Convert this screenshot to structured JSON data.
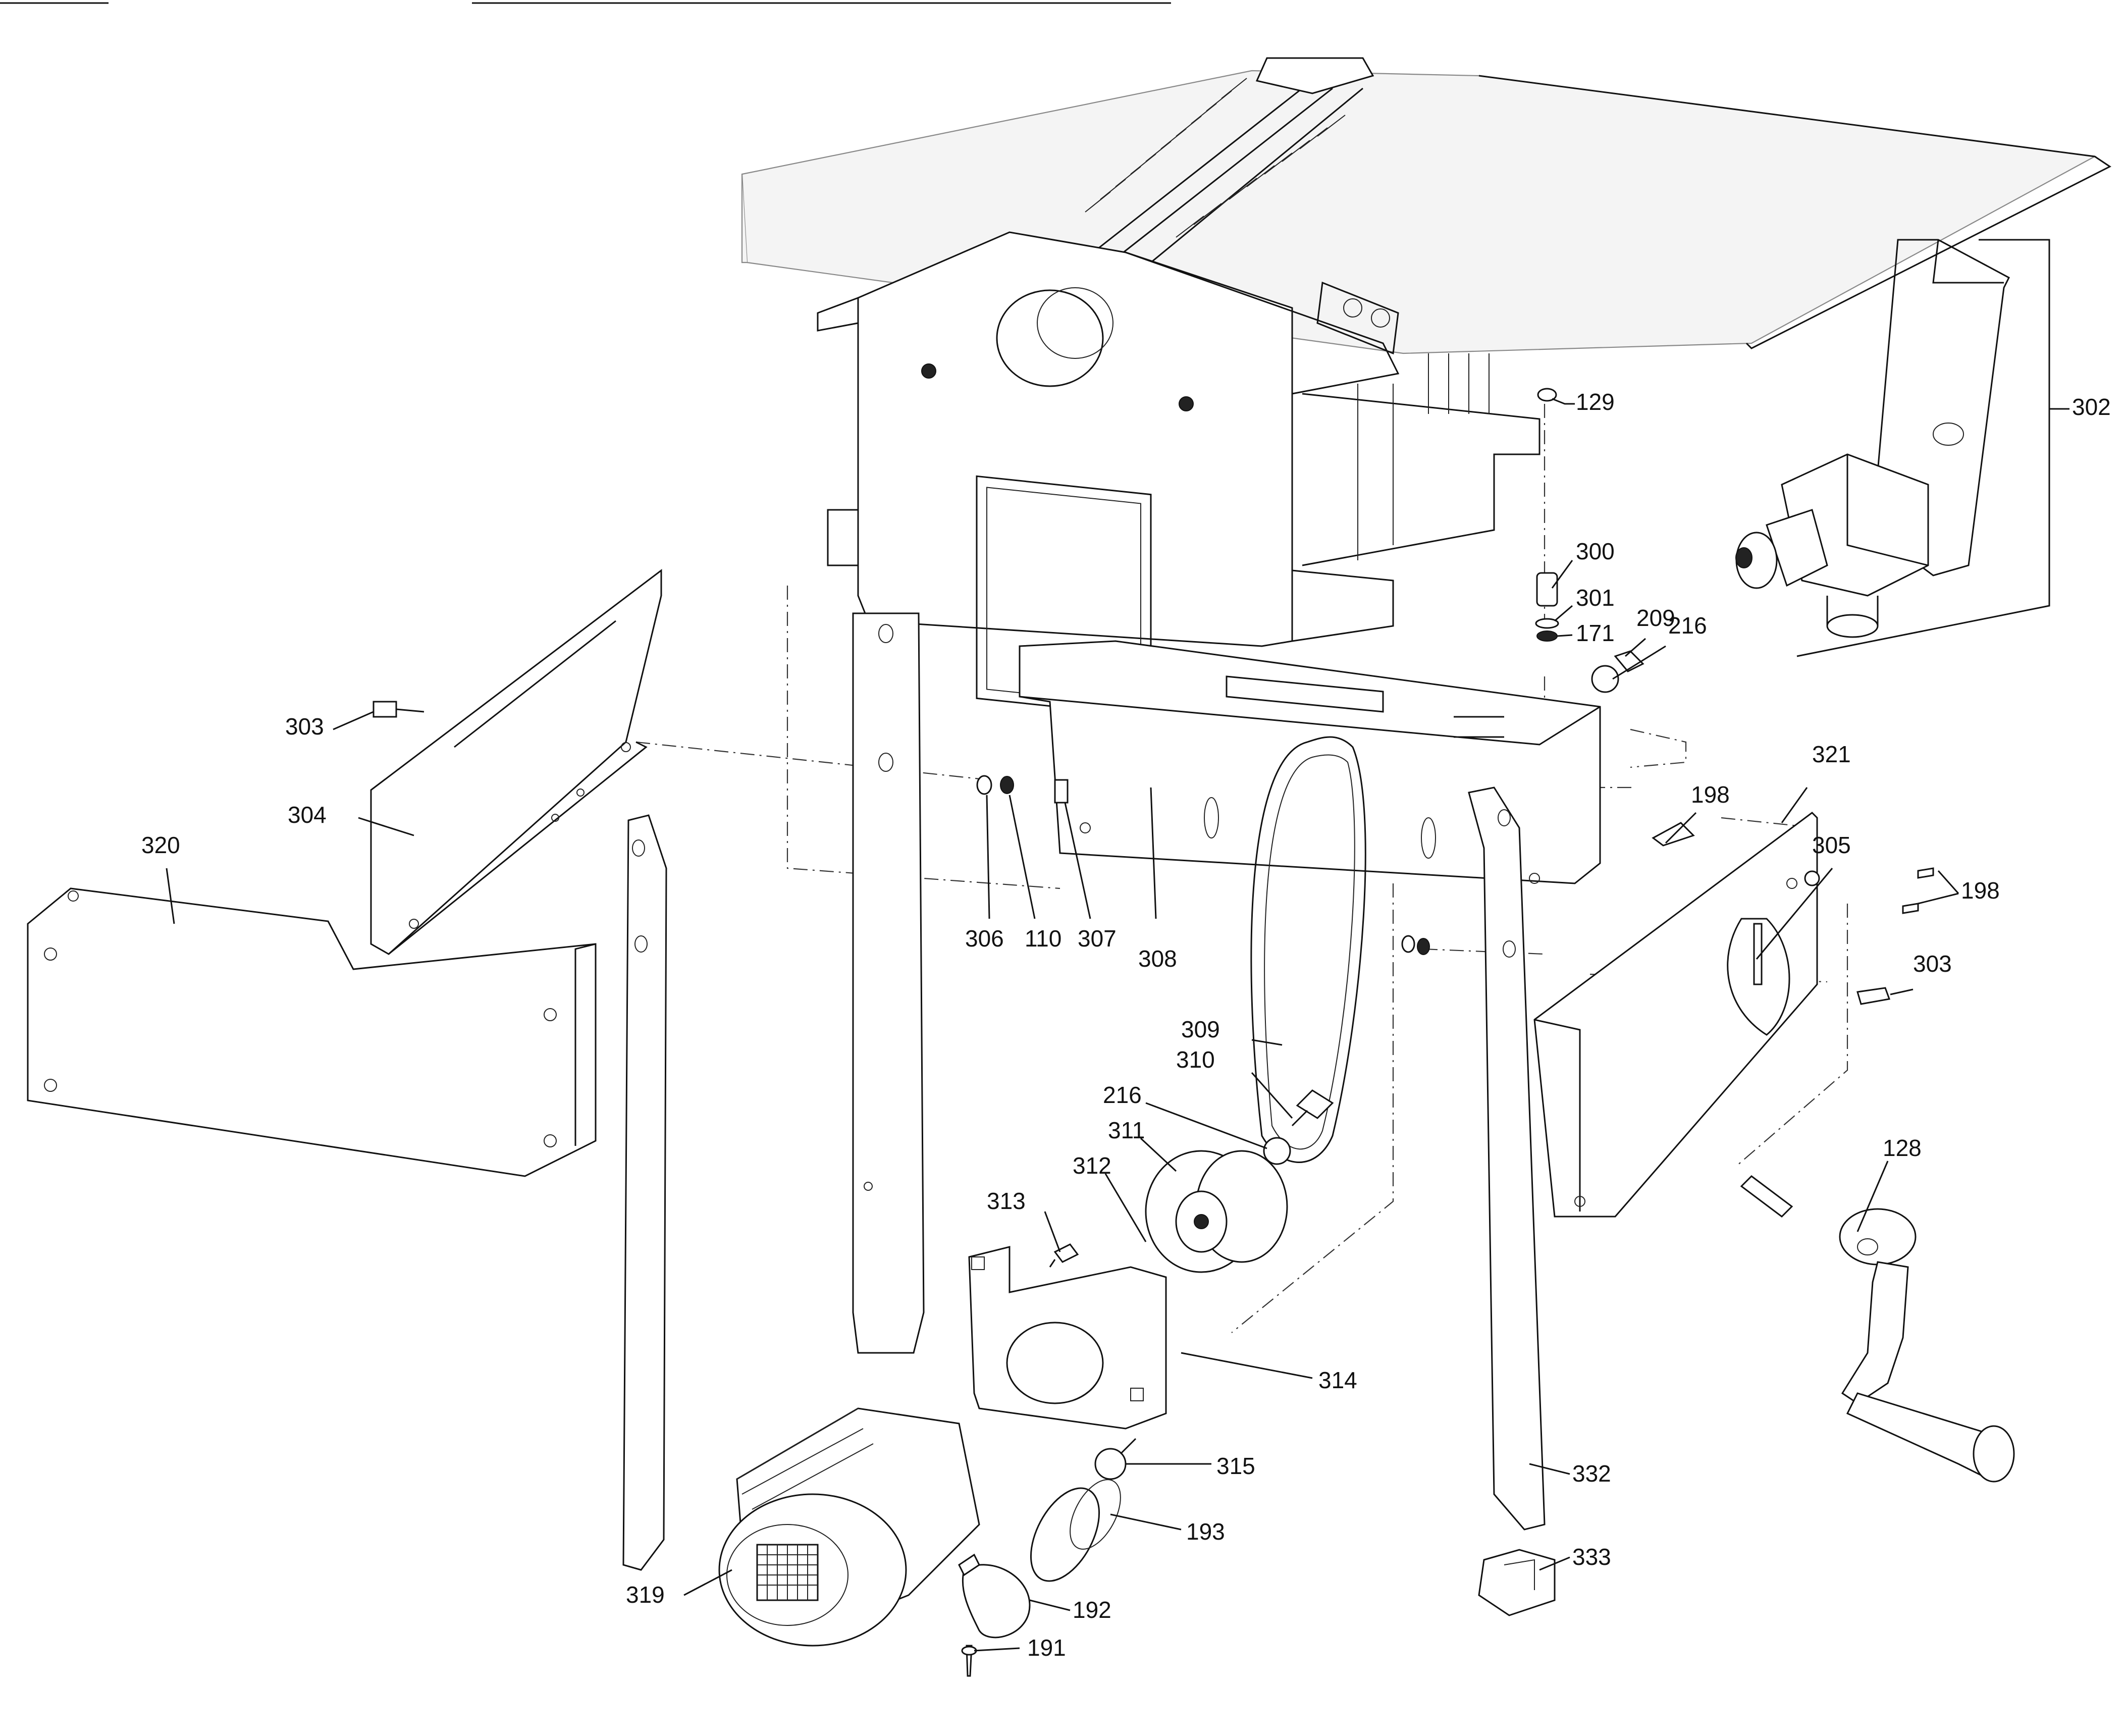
{
  "diagram": {
    "part_numbers": [
      "129",
      "302",
      "300",
      "301",
      "171",
      "209",
      "216",
      "198",
      "321",
      "305",
      "198",
      "303",
      "303",
      "304",
      "320",
      "306",
      "110",
      "307",
      "308",
      "309",
      "310",
      "216",
      "311",
      "312",
      "313",
      "314",
      "315",
      "193",
      "192",
      "191",
      "319",
      "332",
      "333",
      "128"
    ]
  },
  "colors": {
    "ink": "#111111",
    "paper": "#ffffff"
  }
}
